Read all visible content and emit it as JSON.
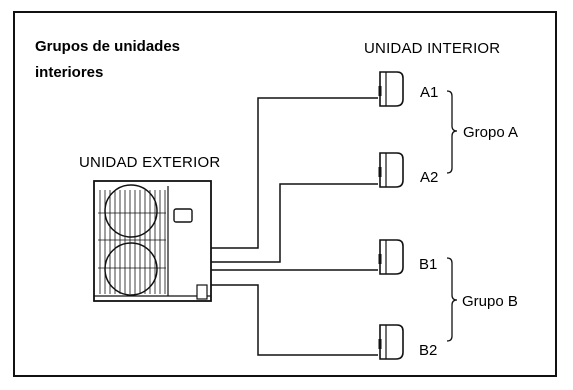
{
  "header": {
    "title_line1": "Grupos de unidades",
    "title_line2": "interiores"
  },
  "labels": {
    "indoor": "UNIDAD INTERIOR",
    "outdoor": "UNIDAD EXTERIOR"
  },
  "indoor_units": [
    {
      "id": "A1"
    },
    {
      "id": "A2"
    },
    {
      "id": "B1"
    },
    {
      "id": "B2"
    }
  ],
  "groups": [
    {
      "label": "Gropo A"
    },
    {
      "label": "Grupo B"
    }
  ]
}
